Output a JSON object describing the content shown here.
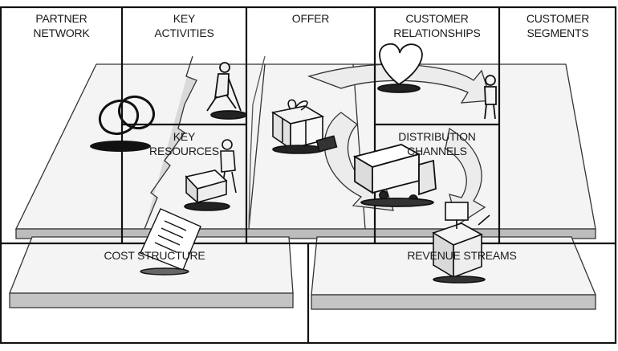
{
  "blocks": {
    "partner_network": {
      "line1": "PARTNER",
      "line2": "NETWORK"
    },
    "key_activities": {
      "line1": "KEY",
      "line2": "ACTIVITIES"
    },
    "offer": {
      "line1": "OFFER"
    },
    "customer_relationships": {
      "line1": "CUSTOMER",
      "line2": "RELATIONSHIPS"
    },
    "customer_segments": {
      "line1": "CUSTOMER",
      "line2": "SEGMENTS"
    },
    "key_resources": {
      "line1": "KEY",
      "line2": "RESOURCES"
    },
    "distribution_channels": {
      "line1": "DISTRIBUTION",
      "line2": "CHANNELS"
    },
    "cost_structure": {
      "line1": "COST STRUCTURE"
    },
    "revenue_streams": {
      "line1": "REVENUE STREAMS"
    }
  },
  "icons": [
    "rings-icon",
    "worker-digging-icon",
    "gift-box-icon",
    "heart-icon",
    "customer-figure-icon",
    "worker-with-cart-icon",
    "delivery-truck-icon",
    "invoice-paper-icon",
    "cash-register-icon",
    "cycle-arrow-icon"
  ]
}
